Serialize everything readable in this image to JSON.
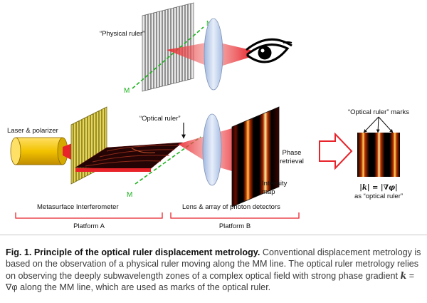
{
  "figure": {
    "physical_ruler_label": "“Physical ruler”",
    "optical_ruler_label": "“Optical ruler”",
    "marks_label": "“Optical ruler” marks",
    "m_label": "M",
    "laser_label": "Laser & polarizer",
    "metasurface_label": "Metasurface Interferometer",
    "lens_label": "Lens & array of photon detectors",
    "intensity_line1": "Intensity",
    "intensity_line2": "map",
    "phase_line1": "Phase",
    "phase_line2": "retrieval",
    "k_formula": "|k| = |∇φ|",
    "k_caption": "as “optical ruler”",
    "platform_a": "Platform A",
    "platform_b": "Platform B"
  },
  "caption": {
    "title": "Fig. 1. Principle of the optical ruler displacement metrology.",
    "text1": " Conventional displacement metrology is based on the observation of a physical ruler moving along the MM line. The optical ruler metrology relies on observing the deeply subwavelength zones of a complex optical field with strong phase gradient ",
    "k_symbol": "k",
    "text2": " = ∇φ along the MM line, which are used as marks of the optical ruler."
  },
  "colors": {
    "beam_red": "#e8232a",
    "mm_line_green": "#1db31d",
    "laser_yellow": "#f2c200",
    "metasurface_yellow": "#d9c21a",
    "lens_blue": "#b9cbe8",
    "arrow_red": "#e8232a"
  },
  "icons": [
    "eye-icon",
    "lens-icon",
    "laser-icon",
    "arrow-right-icon"
  ]
}
